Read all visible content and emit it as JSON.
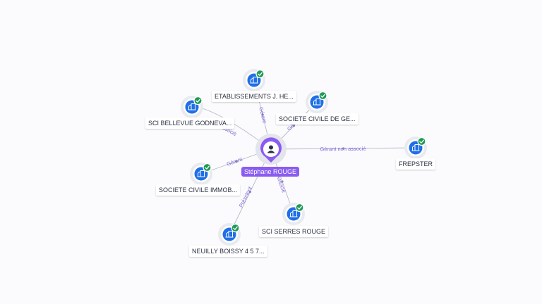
{
  "center": {
    "name": "Stéphane ROUGE"
  },
  "companies": [
    {
      "id": "etab",
      "name": "ETABLISSEMENTS J. HE...",
      "relation": "Gérant"
    },
    {
      "id": "bellevue",
      "name": "SCI BELLEVUE GODNEVA...",
      "relation": "Associé"
    },
    {
      "id": "scdg",
      "name": "SOCIETE CIVILE DE GE...",
      "relation": "Gérant"
    },
    {
      "id": "frepster",
      "name": "FREPSTER",
      "relation": "Gérant non associé"
    },
    {
      "id": "scimmo",
      "name": "SOCIETE CIVILE IMMOB...",
      "relation": "Gérant"
    },
    {
      "id": "serres",
      "name": "SCI SERRES ROUGE",
      "relation": "Associé"
    },
    {
      "id": "neuilly",
      "name": "NEUILLY BOISSY 4 5 7...",
      "relation": "Président"
    }
  ],
  "colors": {
    "accent": "#8a5cf0",
    "node": "#1f6fe6",
    "check": "#1e9a55",
    "edge": "#b5bac8",
    "edge_label": "#7d68d8"
  },
  "icons": {
    "center": "person-icon",
    "company": "building-icon",
    "status": "check-icon"
  }
}
